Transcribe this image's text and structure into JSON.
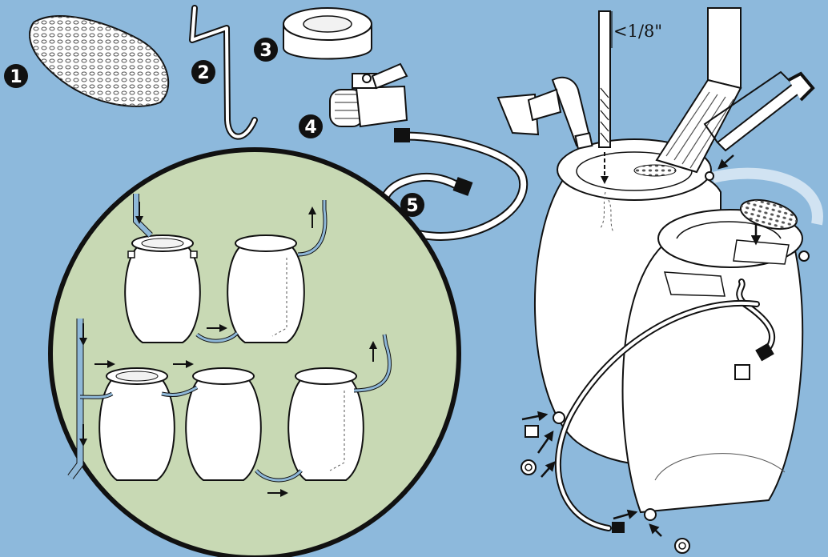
{
  "parts": [
    {
      "number": "1",
      "icon": "leaf-screen-icon"
    },
    {
      "number": "2",
      "icon": "hook-icon"
    },
    {
      "number": "3",
      "icon": "tape-roll-icon"
    },
    {
      "number": "4",
      "icon": "spigot-valve-icon"
    },
    {
      "number": "5",
      "icon": "hose-icon"
    }
  ],
  "drill_size_label": "<1/8\"",
  "colors": {
    "background": "#8db9dc",
    "inset_circle": "#c8d9b4",
    "pipe": "#8fb8d8",
    "outline": "#111111"
  }
}
